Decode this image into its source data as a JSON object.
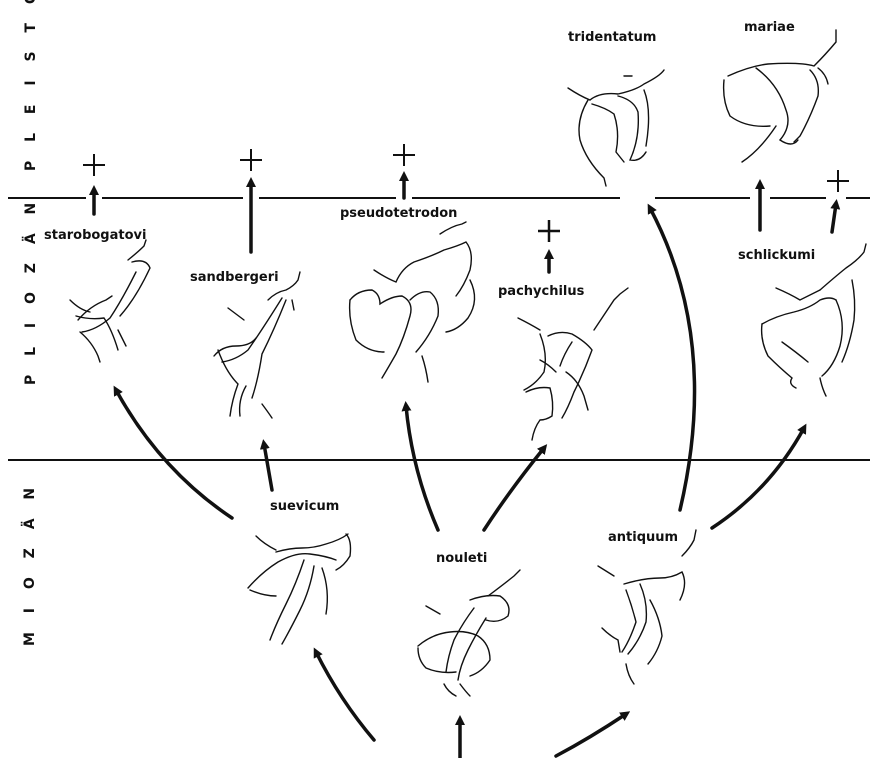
{
  "eras": {
    "pleistocene": "P L E I S T O Z Ä N",
    "pliocene": "P L I O Z Ä N",
    "miocene": "M I O Z Ä N"
  },
  "taxa": {
    "tridentatum": "tridentatum",
    "mariae": "mariae",
    "starobogatovi": "starobogatovi",
    "sandbergeri": "sandbergeri",
    "pseudotetrodon": "pseudotetrodon",
    "pachychilus": "pachychilus",
    "schlickumi": "schlickumi",
    "suevicum": "suevicum",
    "nouleti": "nouleti",
    "antiquum": "antiquum"
  },
  "extinction_symbol": "+"
}
